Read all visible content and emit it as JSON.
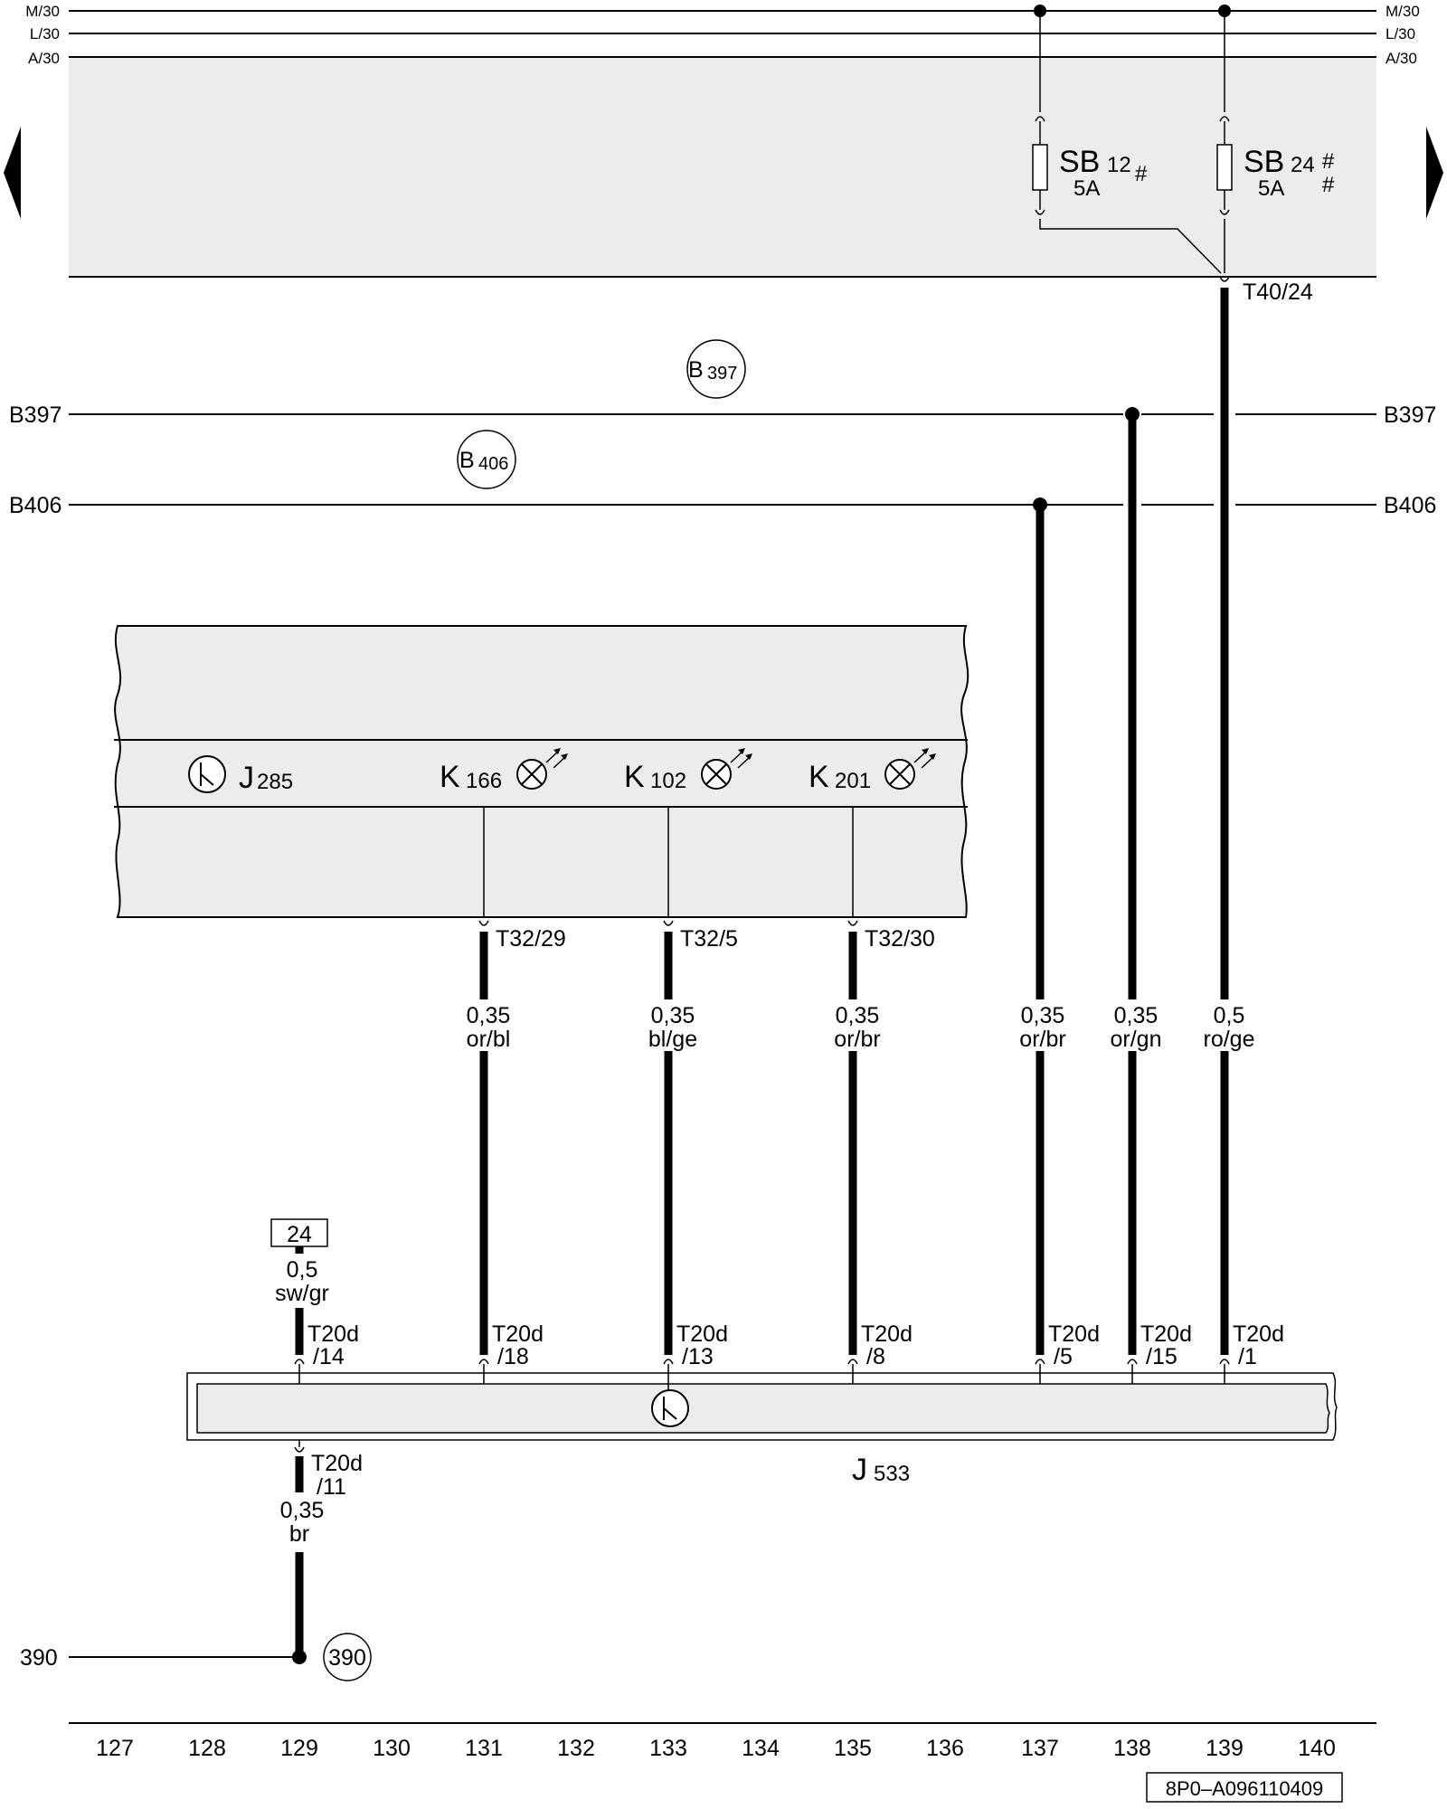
{
  "diagram": {
    "rails": {
      "m30": "M/30",
      "l30": "L/30",
      "a30": "A/30"
    },
    "fuses": [
      {
        "name": "SB",
        "number": "12",
        "rating": "5A",
        "mark1": "#",
        "mark2": ""
      },
      {
        "name": "SB",
        "number": "24",
        "rating": "5A",
        "mark1": "#",
        "mark2": "#"
      }
    ],
    "connectors": {
      "t40_24": "T40/24",
      "t32_29": "T32/29",
      "t32_5": "T32/5",
      "t32_30": "T32/30",
      "t20d_11": [
        "T20d",
        "/11"
      ],
      "j533_pins": [
        [
          "T20d",
          "/14"
        ],
        [
          "T20d",
          "/18"
        ],
        [
          "T20d",
          "/13"
        ],
        [
          "T20d",
          "/8"
        ],
        [
          "T20d",
          "/5"
        ],
        [
          "T20d",
          "/15"
        ],
        [
          "T20d",
          "/1"
        ]
      ]
    },
    "buses": {
      "b397": {
        "left": "B397",
        "right": "B397",
        "tag_letter": "B",
        "tag_number": "397"
      },
      "b406": {
        "left": "B406",
        "right": "B406",
        "tag_letter": "B",
        "tag_number": "406"
      }
    },
    "components": {
      "j285": {
        "letter": "J",
        "number": "285"
      },
      "k166": {
        "letter": "K",
        "number": "166"
      },
      "k102": {
        "letter": "K",
        "number": "102"
      },
      "k201": {
        "letter": "K",
        "number": "201"
      },
      "j533": {
        "letter": "J",
        "number": "533"
      }
    },
    "wires": {
      "k166": {
        "size": "0,35",
        "color": "or/bl"
      },
      "k102": {
        "size": "0,35",
        "color": "bl/ge"
      },
      "k201": {
        "size": "0,35",
        "color": "or/br"
      },
      "w137": {
        "size": "0,35",
        "color": "or/br"
      },
      "w138": {
        "size": "0,35",
        "color": "or/gn"
      },
      "w139": {
        "size": "0,5",
        "color": "ro/ge"
      },
      "w129_top": {
        "size": "0,5",
        "color": "sw/gr"
      },
      "w129_bottom": {
        "size": "0,35",
        "color": "br"
      }
    },
    "ref_box": "24",
    "ground": {
      "label": "390",
      "tag": "390"
    },
    "columns": [
      "127",
      "128",
      "129",
      "130",
      "131",
      "132",
      "133",
      "134",
      "135",
      "136",
      "137",
      "138",
      "139",
      "140"
    ],
    "doc_id": "8P0–A096110409"
  }
}
